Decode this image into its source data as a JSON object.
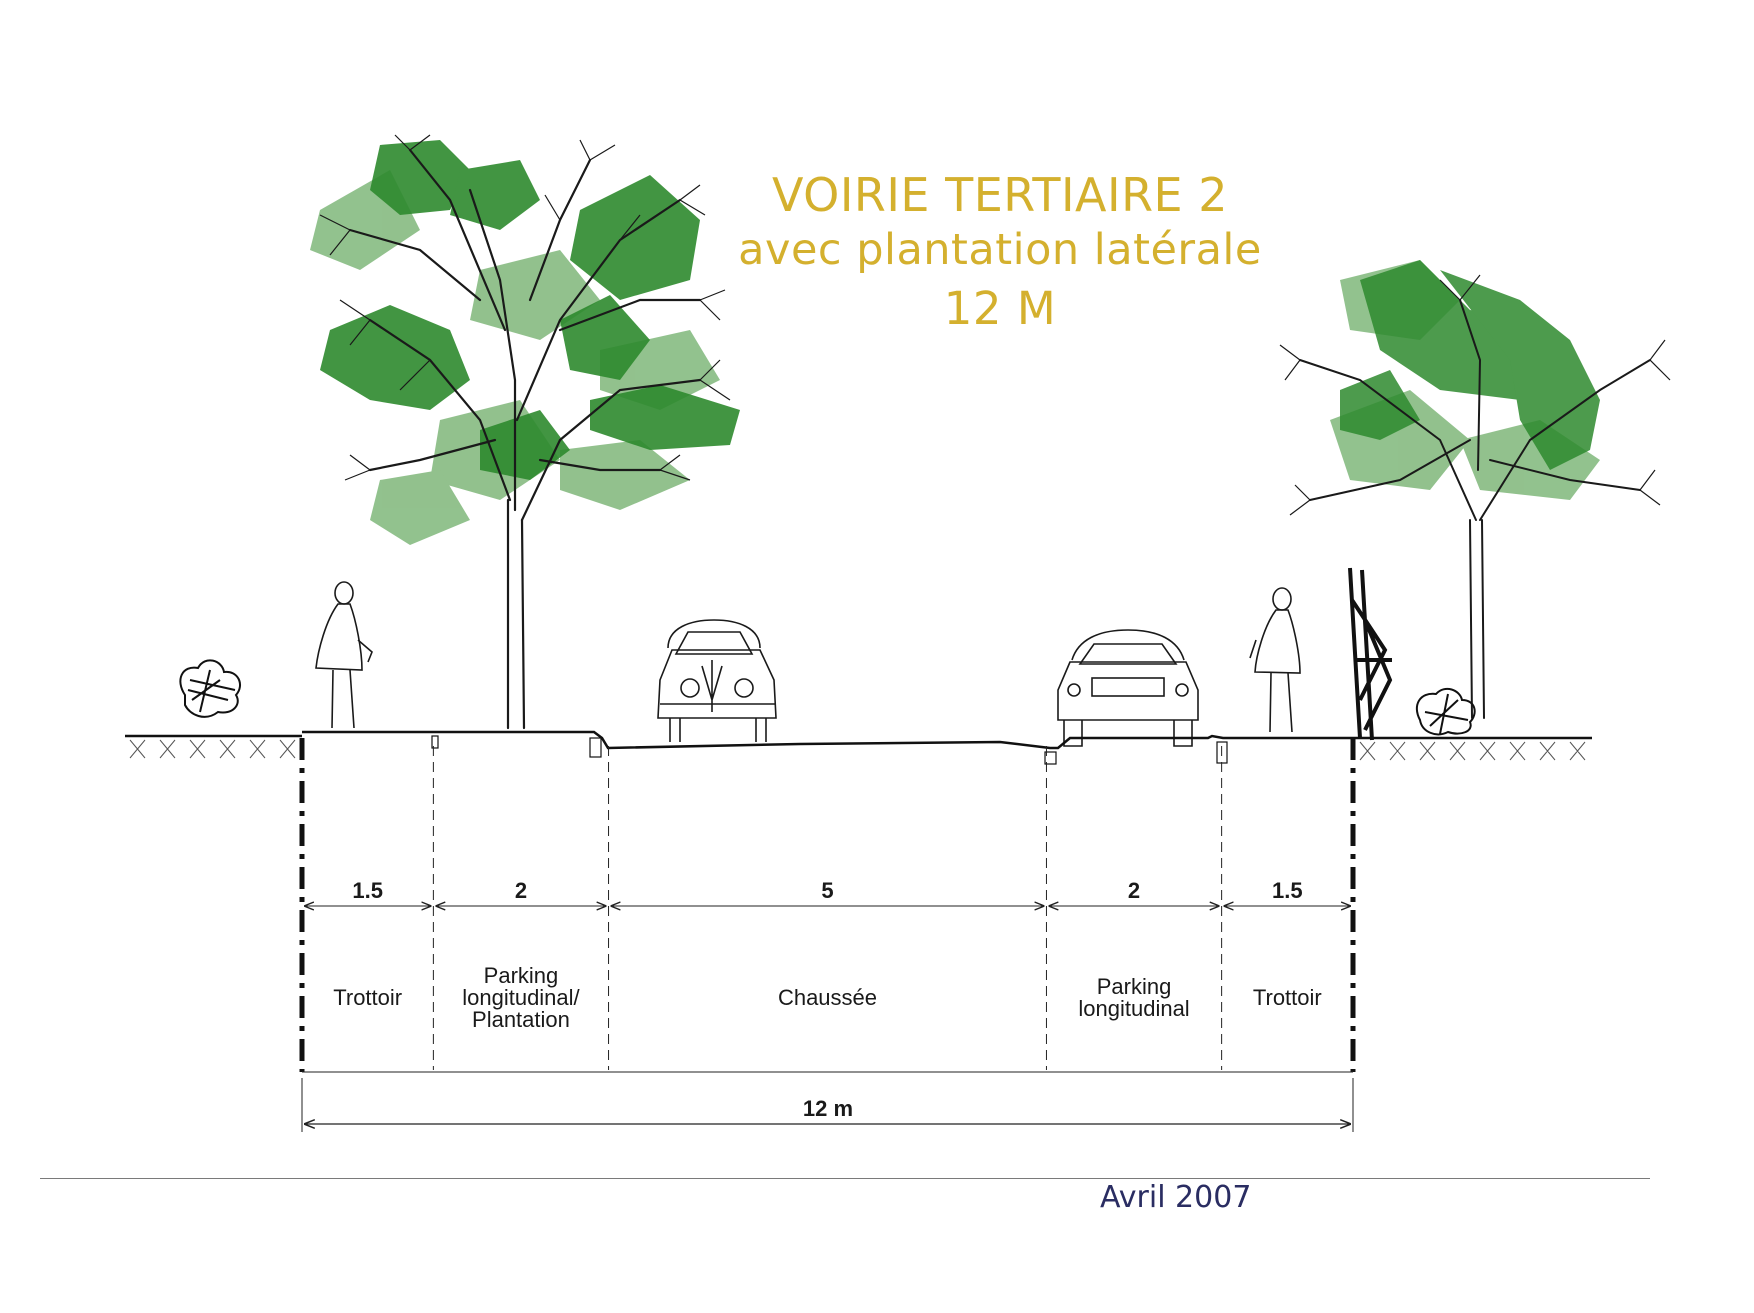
{
  "title": {
    "line1": "VOIRIE TERTIAIRE 2",
    "line2": "avec plantation latérale",
    "line3": "12 M"
  },
  "colors": {
    "title": "#d4b02e",
    "foliage_dark": "#2e8a2e",
    "foliage_light": "#7fb77a",
    "footer_text": "#2a2d62"
  },
  "segments": [
    {
      "width": "1.5",
      "name": "Trottoir"
    },
    {
      "width": "2",
      "name": "Parking\nlongitudinal/\nPlantation"
    },
    {
      "width": "5",
      "name": "Chaussée"
    },
    {
      "width": "2",
      "name": "Parking\nlongitudinal"
    },
    {
      "width": "1.5",
      "name": "Trottoir"
    }
  ],
  "total": "12 m",
  "footer": {
    "date": "Avril 2007"
  }
}
